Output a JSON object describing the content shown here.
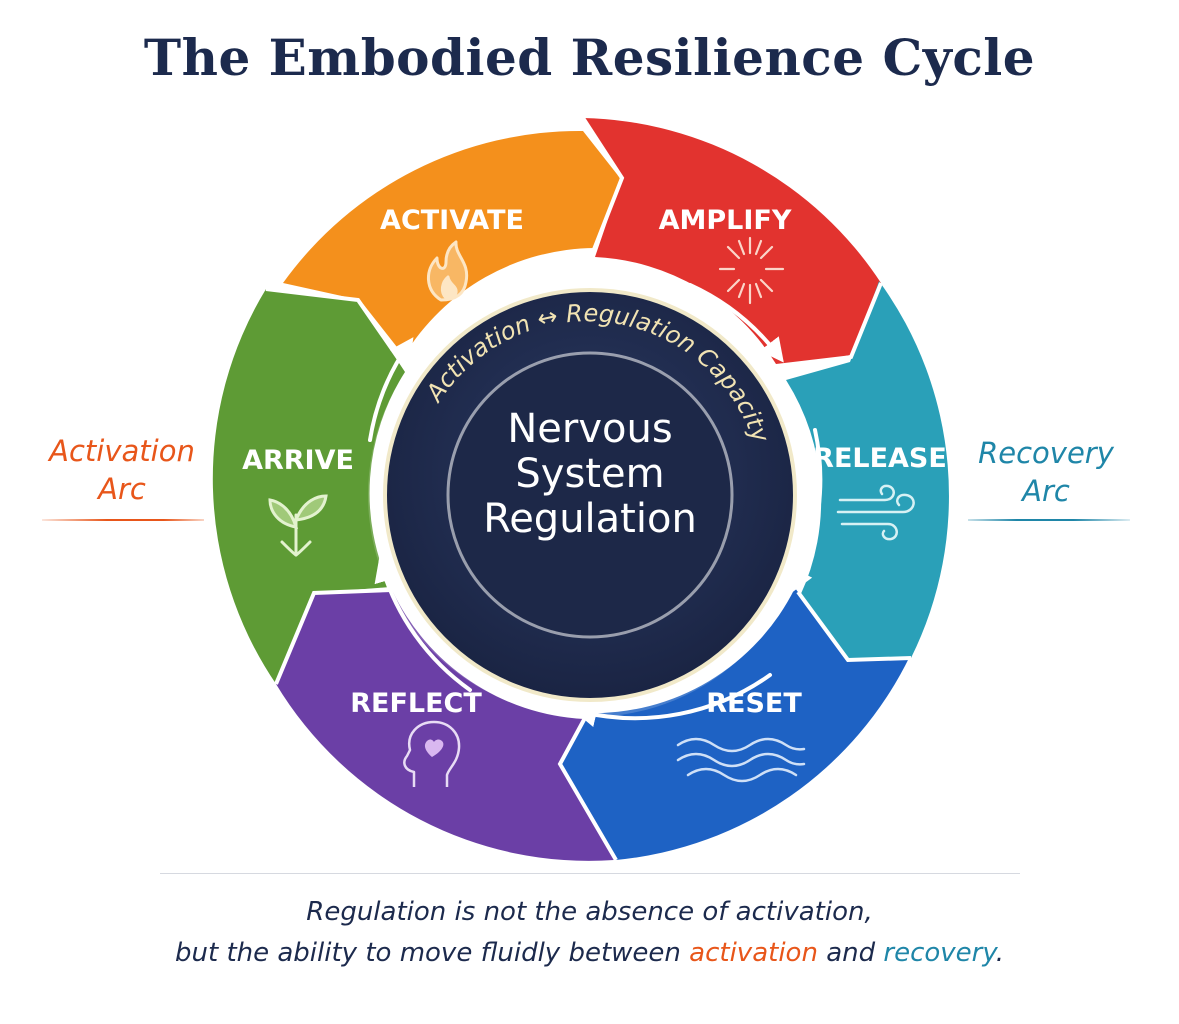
{
  "title": "The Embodied Resilience Cycle",
  "center": {
    "ring_text": "Activation ↔ Regulation Capacity",
    "line1": "Nervous",
    "line2": "System",
    "line3": "Regulation"
  },
  "stages": [
    {
      "label": "ACTIVATE",
      "icon": "flame-icon",
      "color": "#f4901c"
    },
    {
      "label": "AMPLIFY",
      "icon": "sunburst-icon",
      "color": "#e2332f"
    },
    {
      "label": "RELEASE",
      "icon": "wind-icon",
      "color": "#2aa0b8"
    },
    {
      "label": "RESET",
      "icon": "waves-icon",
      "color": "#1e62c4"
    },
    {
      "label": "REFLECT",
      "icon": "head-heart-icon",
      "color": "#6b3fa6"
    },
    {
      "label": "ARRIVE",
      "icon": "sprout-icon",
      "color": "#5e9b35"
    }
  ],
  "arcs": {
    "left": {
      "line1": "Activation",
      "line2": "Arc",
      "color": "#e8561a"
    },
    "right": {
      "line1": "Recovery",
      "line2": "Arc",
      "color": "#1f86a8"
    }
  },
  "caption": {
    "line1": "Regulation is not the absence of activation,",
    "line2_before": "but the ability to move fluidly between ",
    "line2_activation": "activation",
    "line2_middle": " and ",
    "line2_recovery": "recovery",
    "line2_end": "."
  }
}
